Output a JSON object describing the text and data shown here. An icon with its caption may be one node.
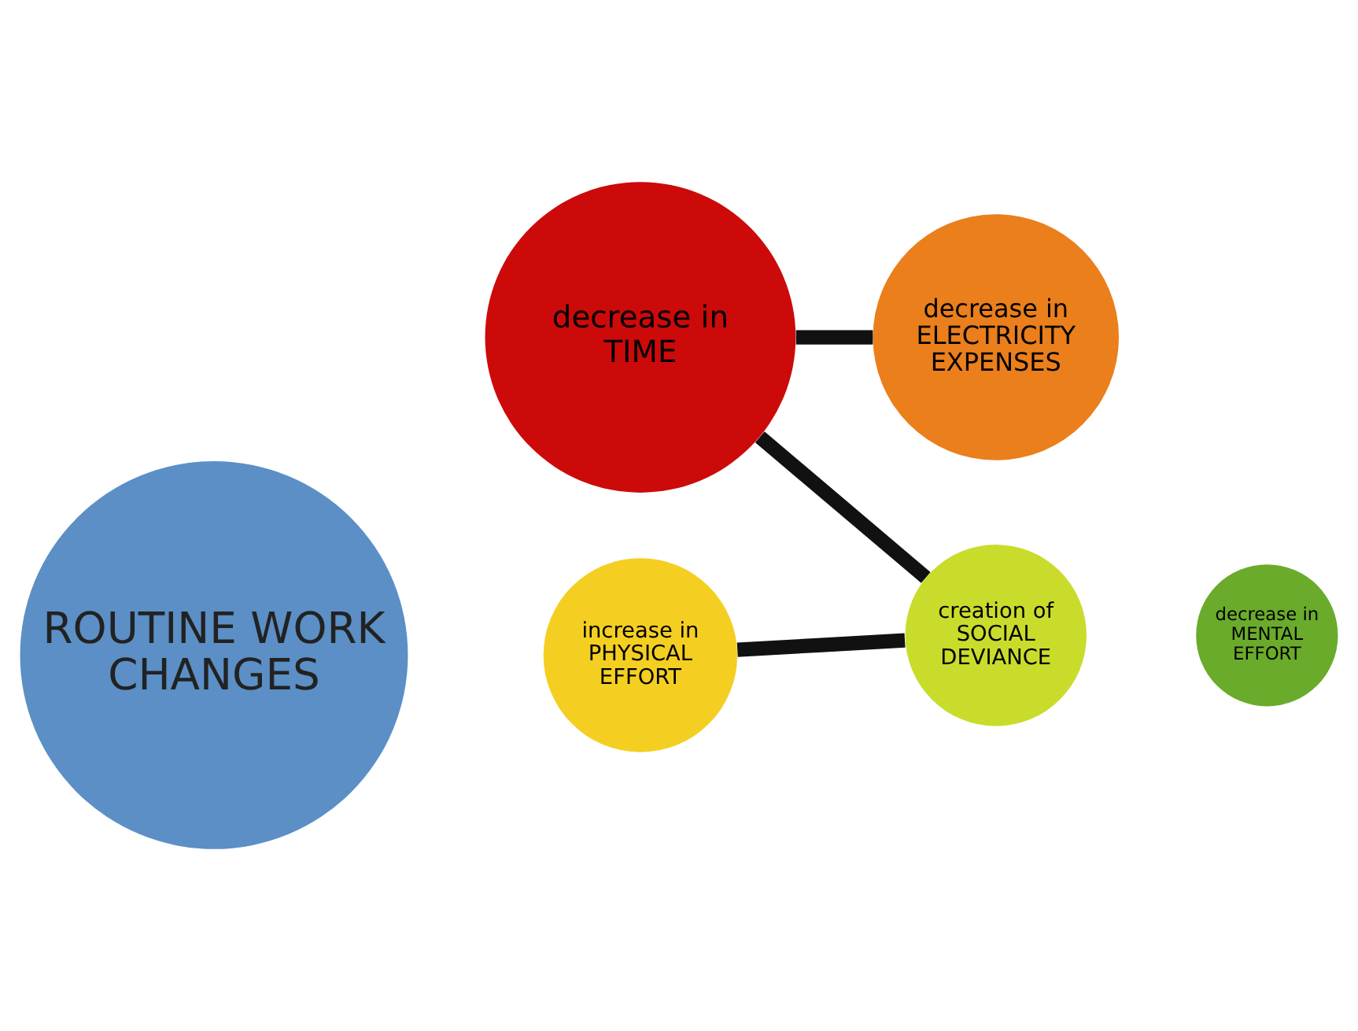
{
  "diagram": {
    "nodes": [
      {
        "text": [
          "ROUTINE WORK CHANGES"
        ]
      },
      {
        "text": [
          "decrease in ELECTRICITY EXPENSES"
        ]
      },
      {
        "text": [
          "decrease in TIME"
        ]
      },
      {
        "text": [
          "increase in PHYSICAL EFFORT"
        ]
      },
      {
        "text": [
          "creation of SOCIAL DEVIANCE"
        ]
      },
      {
        "text": [
          "decrease in MENTAL EFFORT"
        ]
      }
    ],
    "edges": [
      {
        "from": 2,
        "to": 1,
        "arrow": "none"
      },
      {
        "from": 2,
        "to": 4,
        "arrow": "none"
      },
      {
        "from": 3,
        "to": 4,
        "arrow": "none"
      }
    ]
  }
}
